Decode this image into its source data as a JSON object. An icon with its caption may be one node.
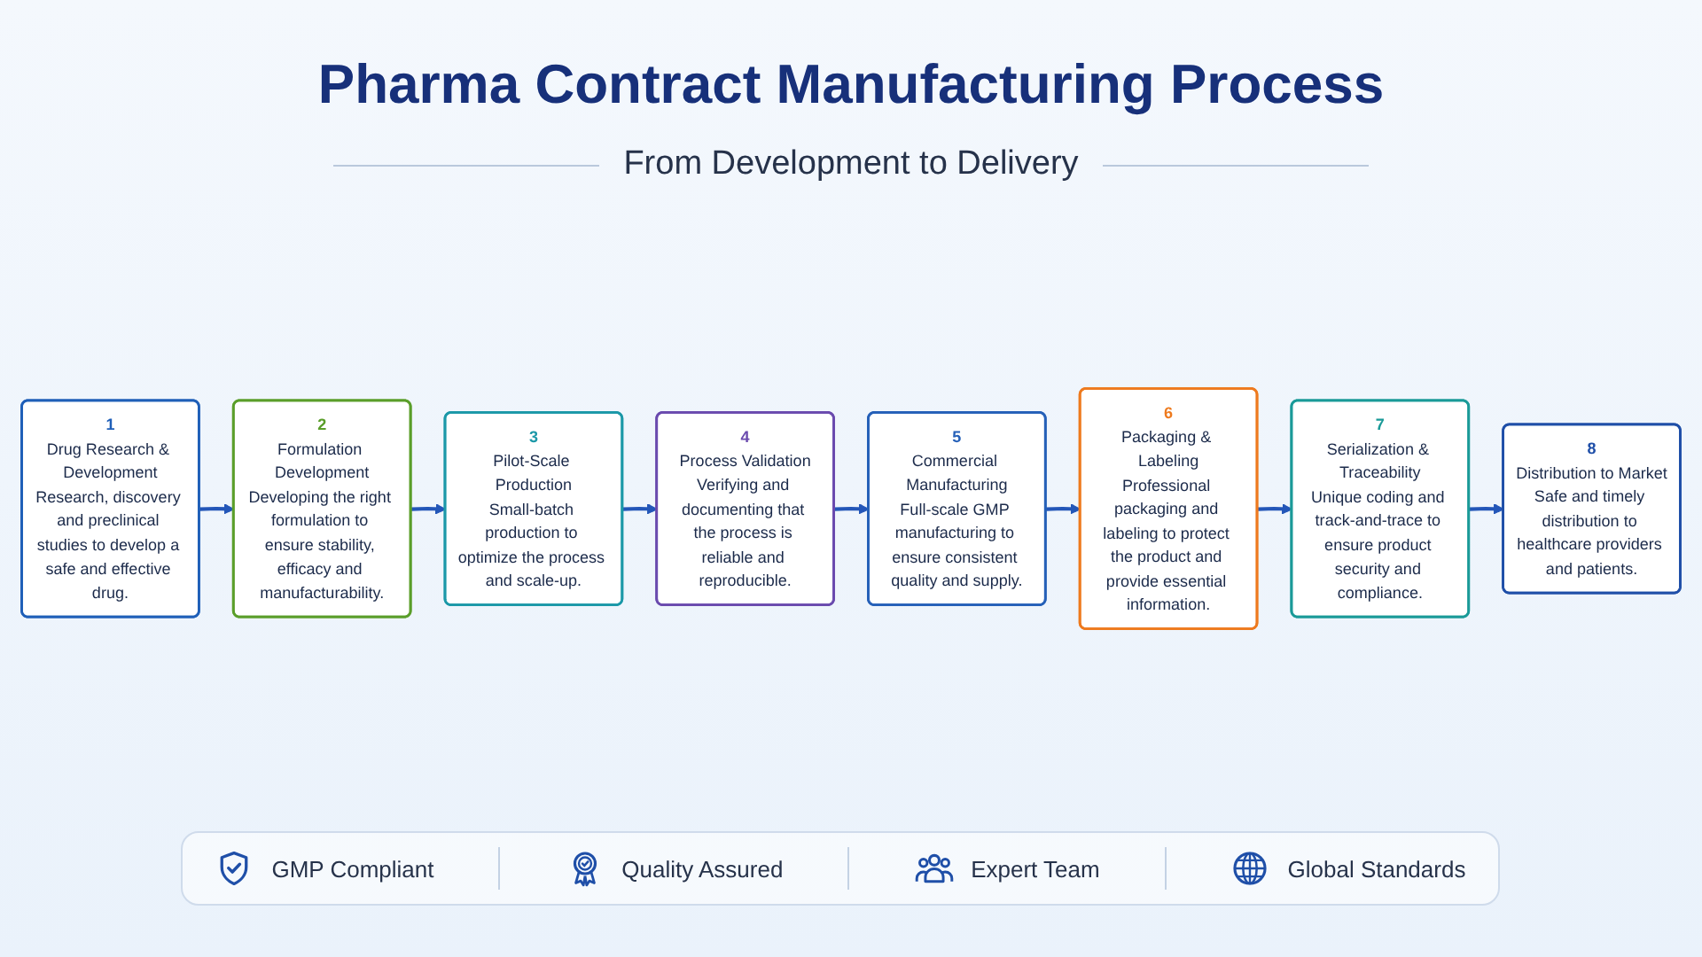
{
  "diagram": {
    "title": "Pharma Contract Manufacturing Process",
    "nodes": [
      {
        "text": [
          "1",
          "Drug Research & Development",
          "Research, discovery and preclinical studies to develop a safe and effective drug."
        ]
      },
      {
        "text": [
          "2",
          "Formulation Development",
          "Developing the right formulation to ensure stability, efficacy and manufacturability."
        ]
      },
      {
        "text": [
          "3",
          "Pilot-Scale Production",
          "Small-batch production to optimize the process and scale-up."
        ]
      },
      {
        "text": [
          "4",
          "Process Validation",
          "Verifying and documenting that the process is reliable and reproducible."
        ]
      },
      {
        "text": [
          "5",
          "Commercial Manufacturing",
          "Full-scale GMP manufacturing to ensure consistent quality and supply."
        ]
      },
      {
        "text": [
          "6",
          "Packaging & Labeling",
          "Professional packaging and labeling to protect the product and provide essential information."
        ]
      },
      {
        "text": [
          "7",
          "Serialization & Traceability",
          "Unique coding and track-and-trace to ensure product security and compliance."
        ]
      },
      {
        "text": [
          "8",
          "Distribution to Market",
          "Safe and timely distribution to healthcare providers and patients."
        ]
      }
    ],
    "edges": [
      {
        "from": 0,
        "to": 1,
        "arrow": "to"
      },
      {
        "from": 1,
        "to": 2,
        "arrow": "to"
      },
      {
        "from": 2,
        "to": 3,
        "arrow": "to"
      },
      {
        "from": 3,
        "to": 4,
        "arrow": "to"
      },
      {
        "from": 4,
        "to": 5,
        "arrow": "to"
      },
      {
        "from": 5,
        "to": 6,
        "arrow": "to"
      },
      {
        "from": 6,
        "to": 7,
        "arrow": "to"
      }
    ],
    "labels": [
      "From Development to Delivery",
      "GMP Compliant",
      "Quality Assured",
      "Expert Team",
      "Global Standards"
    ]
  }
}
